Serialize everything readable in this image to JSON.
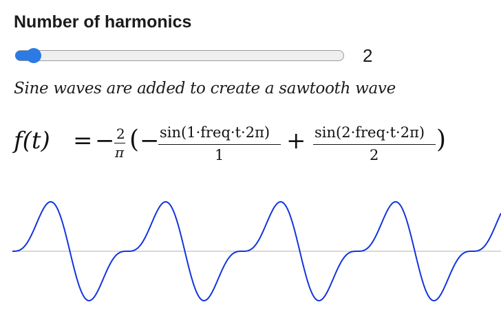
{
  "title": "Number of harmonics",
  "slider": {
    "value": 2,
    "min": 1,
    "max": 30,
    "display": "2"
  },
  "caption": "Sine waves are added to create a sawtooth wave",
  "formula": {
    "lhs": "f(t)",
    "equals": "=",
    "minus": "−",
    "coef_num": "2",
    "coef_den": "π",
    "open_paren": "(",
    "inner_minus": "−",
    "term1_num": "sin(1·freq·t·2π)",
    "term1_den": "1",
    "plus": "+",
    "term2_num": "sin(2·freq·t·2π)",
    "term2_den": "2",
    "close_paren": ")"
  },
  "wave": {
    "harmonics": 2,
    "cycles_visible": 4.25,
    "color": "#1133dd",
    "axis_color": "#cccccc"
  }
}
